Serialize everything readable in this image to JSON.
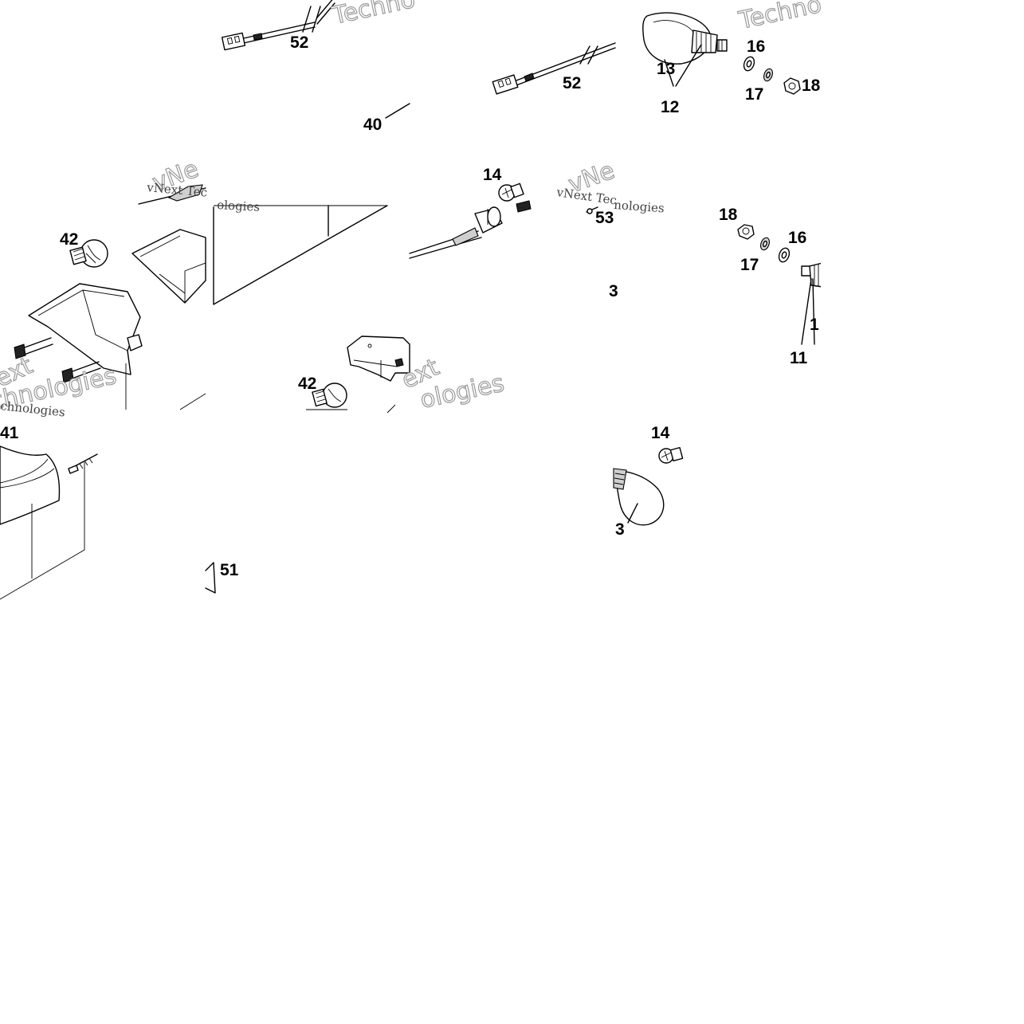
{
  "diagram": {
    "labels": {
      "p52a": "52",
      "p52b": "52",
      "p40": "40",
      "p13": "13",
      "p12": "12",
      "p16a": "16",
      "p17a": "17",
      "p18a": "18",
      "p14a": "14",
      "p53": "53",
      "p18b": "18",
      "p16b": "16",
      "p17b": "17",
      "p1frag": "1",
      "p11": "11",
      "p42a": "42",
      "p42b": "42",
      "p3frag": "3",
      "p41": "41",
      "p14b": "14",
      "p3": "3",
      "p51": "51"
    },
    "watermarks": {
      "w1": "Techno",
      "w2": "Techno",
      "w3": "vNe",
      "w4": "vNext Tec",
      "w5": "ologies",
      "w6": "vNe",
      "w7": "vNext Tec",
      "w8": "nologies",
      "w9": "ext",
      "w10": "chnologies",
      "w11": "ext",
      "w12": "ologies",
      "w13": "chnologies"
    }
  }
}
